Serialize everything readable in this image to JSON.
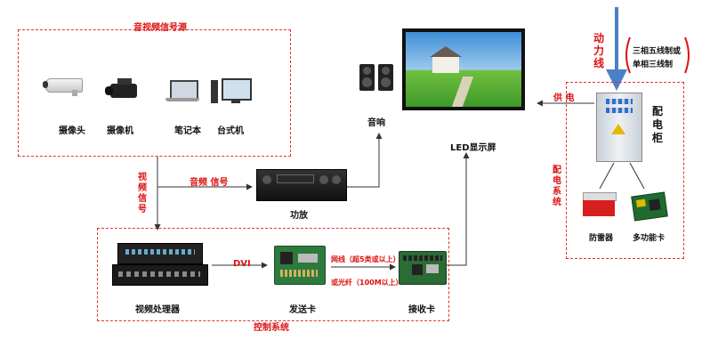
{
  "groups": {
    "source": "音视频信号源",
    "control": "控制系统",
    "power_dist_vertical": "配电系统"
  },
  "devices": {
    "camera": "摄像头",
    "camcorder": "摄像机",
    "laptop": "笔记本",
    "desktop": "台式机",
    "speaker": "音响",
    "screen": "LED显示屏",
    "amplifier": "功放",
    "video_processor": "视频处理器",
    "sender": "发送卡",
    "receiver": "接收卡",
    "cabinet": "配电柜",
    "surge": "防雷器",
    "multi_card": "多功能卡"
  },
  "links": {
    "video_signal": "视频信号",
    "audio_signal": "音频 信号",
    "dvi": "DVI",
    "network": "网线（超5类或以上）",
    "fiber": "或光纤（100M以上）",
    "supply": "供 电",
    "power_line": "动力线",
    "three_phase": "三相五线制或",
    "single_phase": "单相三线制"
  },
  "colors": {
    "accent": "#dd1111",
    "arrow": "#4a80c8"
  }
}
